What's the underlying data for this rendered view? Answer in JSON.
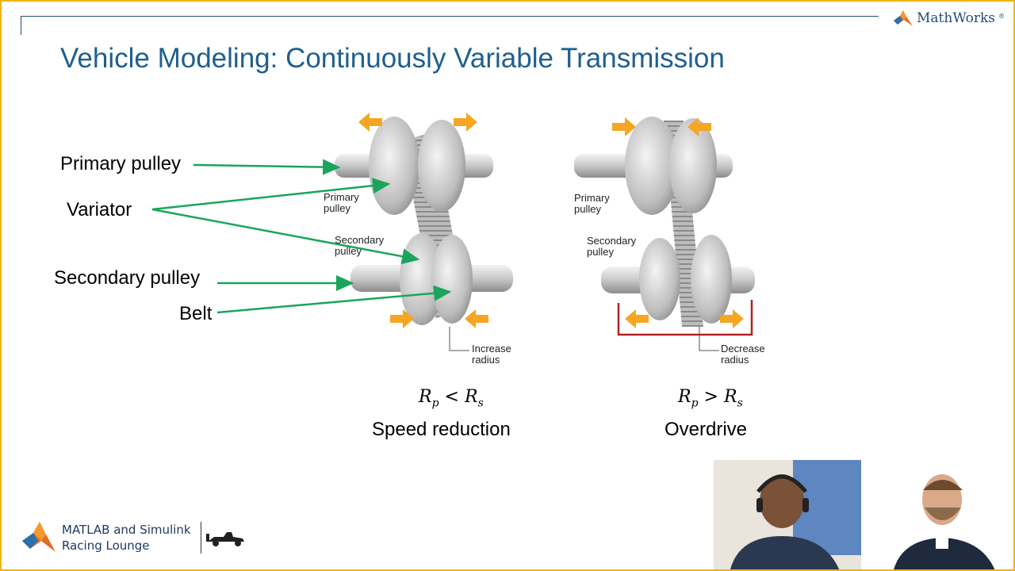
{
  "slide": {
    "title": "Vehicle Modeling: Continuously Variable Transmission",
    "brand": "MathWorks",
    "brand_mark": "®"
  },
  "labels": {
    "primary_pulley": "Primary pulley",
    "variator": "Variator",
    "secondary_pulley": "Secondary pulley",
    "belt": "Belt"
  },
  "left_diagram": {
    "primary_label": "Primary\npulley",
    "secondary_label": "Secondary\npulley",
    "radius_note": "Increase\nradius",
    "formula_op": "<",
    "caption": "Speed reduction"
  },
  "right_diagram": {
    "primary_label": "Primary\npulley",
    "secondary_label": "Secondary\npulley",
    "radius_note": "Decrease\nradius",
    "formula_op": ">",
    "caption": "Overdrive"
  },
  "formula": {
    "left": "R",
    "sub_left": "p",
    "right": "R",
    "sub_right": "s"
  },
  "footer": {
    "line1": "MATLAB and Simulink",
    "line2": "Racing Lounge"
  },
  "colors": {
    "title": "#1f5f8f",
    "arrow": "#1aa55a",
    "orange": "#f5a623",
    "accent": "#f0b400",
    "annotation": "#b22222"
  },
  "icons": [
    "matlab-membrane-icon",
    "race-car-icon"
  ]
}
